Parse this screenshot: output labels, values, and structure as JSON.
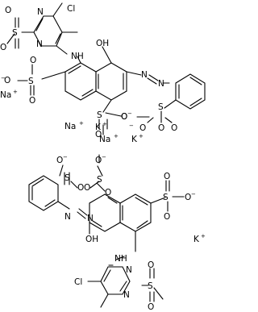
{
  "molecule": {
    "atoms": {
      "cl": "Cl",
      "n": "N",
      "s": "S",
      "o": "O",
      "nh": "NH",
      "oh": "OH",
      "na": "Na",
      "k": "K"
    },
    "charges": {
      "plus": "+",
      "minus": "−"
    }
  }
}
